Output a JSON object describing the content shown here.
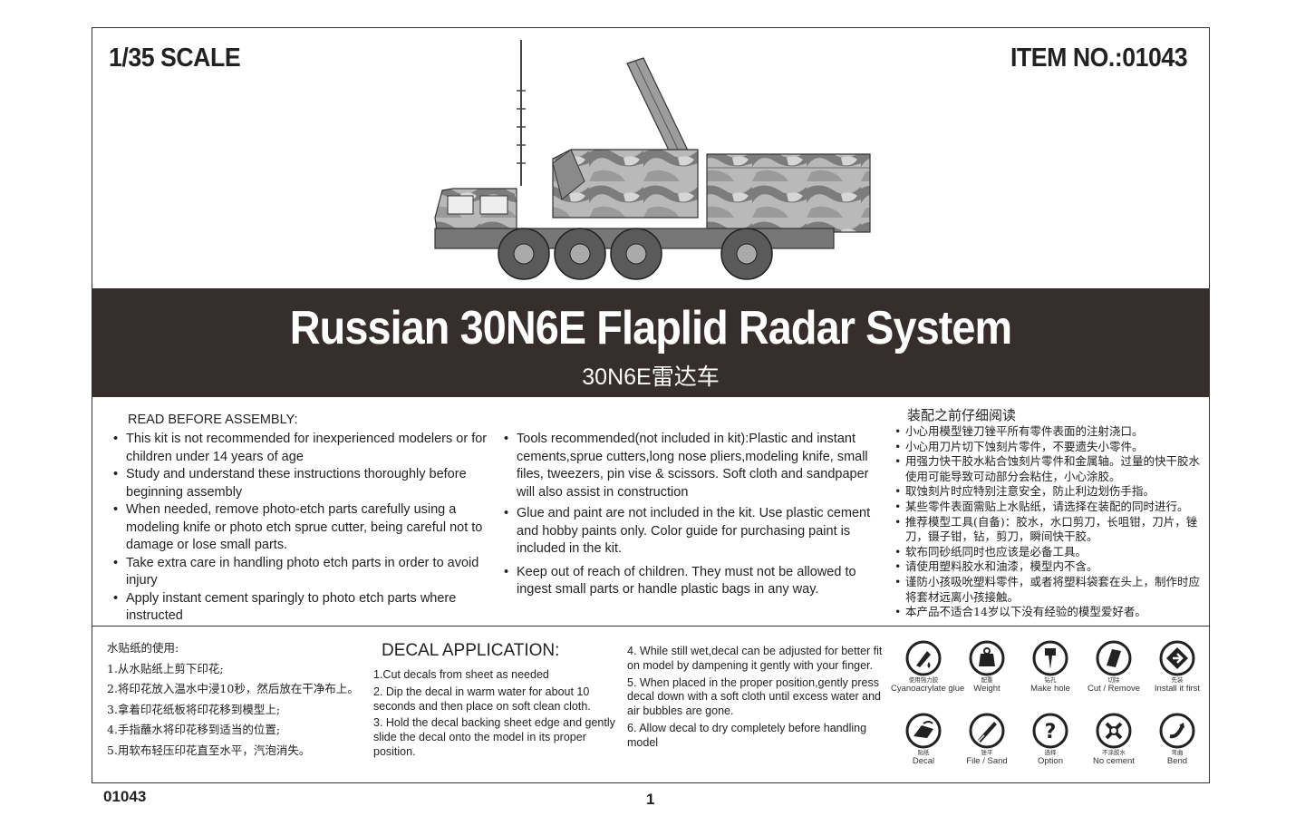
{
  "header": {
    "scale": "1/35 SCALE",
    "item_no": "ITEM NO.:01043"
  },
  "banner": {
    "title": "Russian 30N6E Flaplid Radar System",
    "subtitle": "30N6E雷达车"
  },
  "read_before": {
    "heading": "READ BEFORE ASSEMBLY:",
    "col1": [
      "This kit is not recommended for inexperienced modelers or for children under 14 years of age",
      "Study and understand these instructions thoroughly before beginning assembly",
      "When needed, remove photo-etch parts carefully using a modeling knife or photo etch sprue cutter, being careful not to damage or lose small parts.",
      "Take extra care in handling photo etch parts in order to avoid injury",
      "Apply instant cement sparingly to photo etch parts where instructed"
    ],
    "col2": [
      "Tools recommended(not included in kit):Plastic and instant cements,sprue cutters,long nose pliers,modeling knife, small files, tweezers, pin vise & scissors. Soft cloth and sandpaper will also assist in construction",
      "Glue and paint are not included in the kit. Use plastic cement and hobby paints only. Color guide for purchasing paint is included in the kit.",
      "Keep out of reach of  children. They must not be allowed to ingest small parts or handle plastic bags in any way."
    ]
  },
  "zh_read": {
    "heading": "装配之前仔细阅读",
    "items": [
      "小心用模型锉刀锉平所有零件表面的注射浇口。",
      "小心用刀片切下蚀刻片零件，不要遗失小零件。",
      "用强力快干胶水粘合蚀刻片零件和金属轴。过量的快干胶水使用可能导致可动部分会粘住，小心涂胶。",
      "取蚀刻片时应特别注意安全，防止利边划伤手指。",
      "某些零件表面需贴上水贴纸，请选择在装配的同时进行。",
      "推荐模型工具(自备)：胶水，水口剪刀，长咀钳，刀片，锉刀，镊子钳，钻，剪刀，瞬间快干胶。",
      "软布同砂纸同时也应该是必备工具。",
      "请使用塑料胶水和油漆，模型内不含。",
      "谨防小孩吸吮塑料零件，或者将塑料袋套在头上，制作时应将套材远离小孩接触。",
      "本产品不适合14岁以下没有经验的模型爱好者。"
    ]
  },
  "zh_decal": {
    "heading": "水贴纸的使用:",
    "steps": [
      "1.从水贴纸上剪下印花;",
      "2.将印花放入温水中浸10秒，然后放在干净布上。",
      "3.拿着印花纸板将印花移到模型上;",
      "4.手指蘸水将印花移到适当的位置;",
      "5.用软布轻压印花直至水平，汽泡消失。"
    ]
  },
  "decal": {
    "title": "DECAL APPLICATION:",
    "steps_left": [
      "1.Cut decals from sheet as needed",
      "2. Dip the decal in warm water for about 10 seconds and then place on soft clean cloth.",
      "3. Hold the decal backing sheet edge and gently slide the decal onto the model in its proper position."
    ],
    "steps_right": [
      "4. While still wet,decal can be adjusted for better fit on model by dampening it gently with your finger.",
      "5. When placed in the proper position,gently press decal down with a soft cloth until excess water and air bubbles are gone.",
      "6. Allow decal to dry completely before handling model"
    ]
  },
  "icons": [
    {
      "icon": "glue-drop-icon",
      "zh": "使用强力胶",
      "en": "Cyanoacrylate glue"
    },
    {
      "icon": "weight-icon",
      "zh": "配重",
      "en": "Weight"
    },
    {
      "icon": "drill-icon",
      "zh": "钻孔",
      "en": "Make hole"
    },
    {
      "icon": "cut-icon",
      "zh": "切除",
      "en": "Cut / Remove"
    },
    {
      "icon": "install-first-icon",
      "zh": "先装",
      "en": "Install it first"
    },
    {
      "icon": "decal-icon",
      "zh": "贴纸",
      "en": "Decal"
    },
    {
      "icon": "file-sand-icon",
      "zh": "锉平",
      "en": "File / Sand"
    },
    {
      "icon": "option-icon",
      "zh": "选择",
      "en": "Option"
    },
    {
      "icon": "no-cement-icon",
      "zh": "不涂胶水",
      "en": "No cement"
    },
    {
      "icon": "bend-icon",
      "zh": "弯曲",
      "en": "Bend"
    }
  ],
  "footer": {
    "code": "01043",
    "page": "1"
  }
}
